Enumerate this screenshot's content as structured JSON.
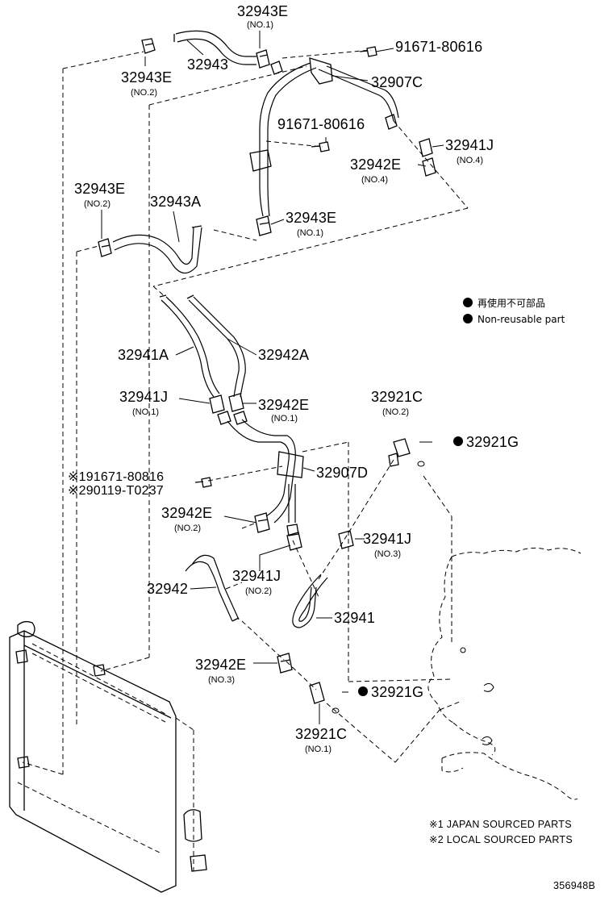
{
  "callouts": [
    {
      "id": "c1",
      "part": "32943E",
      "sub": "(NO.1)"
    },
    {
      "id": "c2",
      "part": "32943",
      "sub": ""
    },
    {
      "id": "c3",
      "part": "32943E",
      "sub": "(NO.2)"
    },
    {
      "id": "c4",
      "part": "91671-80616",
      "sub": ""
    },
    {
      "id": "c5",
      "part": "32907C",
      "sub": ""
    },
    {
      "id": "c6",
      "part": "91671-80616",
      "sub": ""
    },
    {
      "id": "c7",
      "part": "32941J",
      "sub": "(NO.4)"
    },
    {
      "id": "c8",
      "part": "32942E",
      "sub": "(NO.4)"
    },
    {
      "id": "c9",
      "part": "32943E",
      "sub": "(NO.2)"
    },
    {
      "id": "c10",
      "part": "32943A",
      "sub": ""
    },
    {
      "id": "c11",
      "part": "32943E",
      "sub": "(NO.1)"
    },
    {
      "id": "c12",
      "part": "32941A",
      "sub": ""
    },
    {
      "id": "c13",
      "part": "32942A",
      "sub": ""
    },
    {
      "id": "c14",
      "part": "32941J",
      "sub": "(NO.1)"
    },
    {
      "id": "c15",
      "part": "32942E",
      "sub": "(NO.1)"
    },
    {
      "id": "c16",
      "part": "32921C",
      "sub": "(NO.2)"
    },
    {
      "id": "c17",
      "part": "32921G",
      "sub": ""
    },
    {
      "id": "c18",
      "part": "※191671-80816",
      "sub": ""
    },
    {
      "id": "c19",
      "part": "※290119-T0237",
      "sub": ""
    },
    {
      "id": "c20",
      "part": "32907D",
      "sub": ""
    },
    {
      "id": "c21",
      "part": "32942E",
      "sub": "(NO.2)"
    },
    {
      "id": "c22",
      "part": "32941J",
      "sub": "(NO.3)"
    },
    {
      "id": "c23",
      "part": "32941J",
      "sub": "(NO.2)"
    },
    {
      "id": "c24",
      "part": "32942",
      "sub": ""
    },
    {
      "id": "c25",
      "part": "32941",
      "sub": ""
    },
    {
      "id": "c26",
      "part": "32942E",
      "sub": "(NO.3)"
    },
    {
      "id": "c27",
      "part": "32921G",
      "sub": ""
    },
    {
      "id": "c28",
      "part": "32921C",
      "sub": "(NO.1)"
    }
  ],
  "legend": {
    "line1": "再使用不可部品",
    "line2": "Non-reusable part"
  },
  "notes": {
    "note1": "※1 JAPAN SOURCED PARTS",
    "note2": "※2 LOCAL SOURCED PARTS"
  },
  "figure_id": "356948B"
}
